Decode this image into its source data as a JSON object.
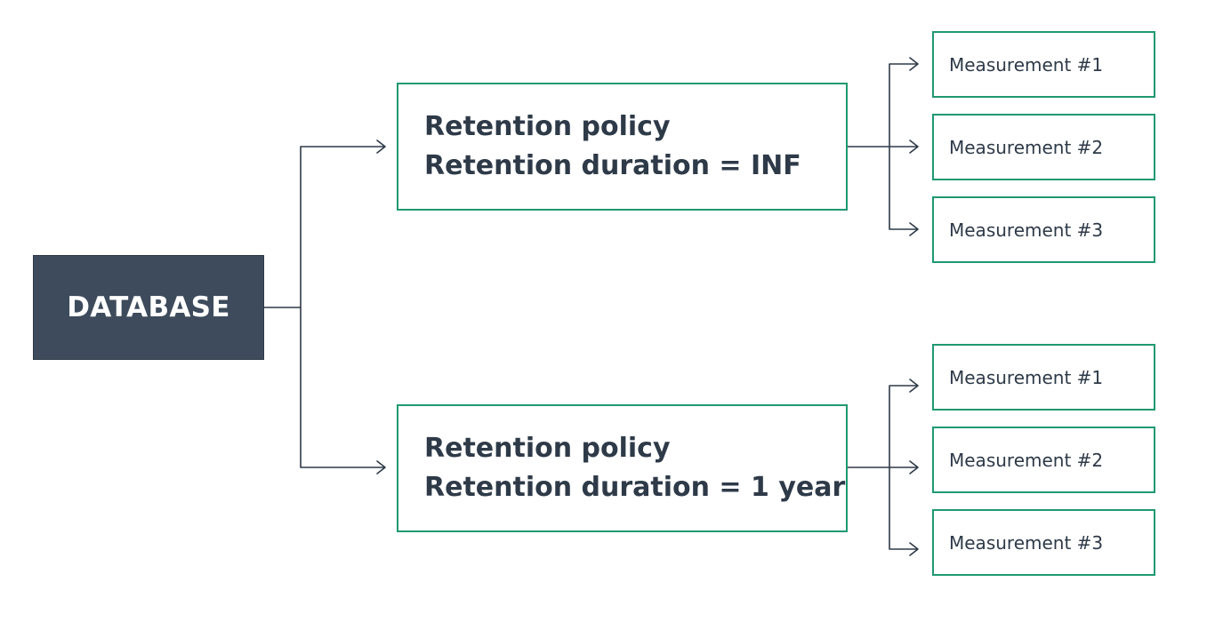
{
  "diagram": {
    "database": {
      "label": "DATABASE"
    },
    "policies": [
      {
        "title": "Retention policy",
        "duration": "Retention duration = INF",
        "measurements": [
          {
            "label": "Measurement #1"
          },
          {
            "label": "Measurement #2"
          },
          {
            "label": "Measurement #3"
          }
        ]
      },
      {
        "title": "Retention policy",
        "duration": "Retention duration = 1 year",
        "measurements": [
          {
            "label": "Measurement #1"
          },
          {
            "label": "Measurement #2"
          },
          {
            "label": "Measurement #3"
          }
        ]
      }
    ]
  },
  "colors": {
    "database_fill": "#3d4b5c",
    "box_border": "#1f9970",
    "text": "#2e3a48",
    "connector": "#2e3a48"
  }
}
